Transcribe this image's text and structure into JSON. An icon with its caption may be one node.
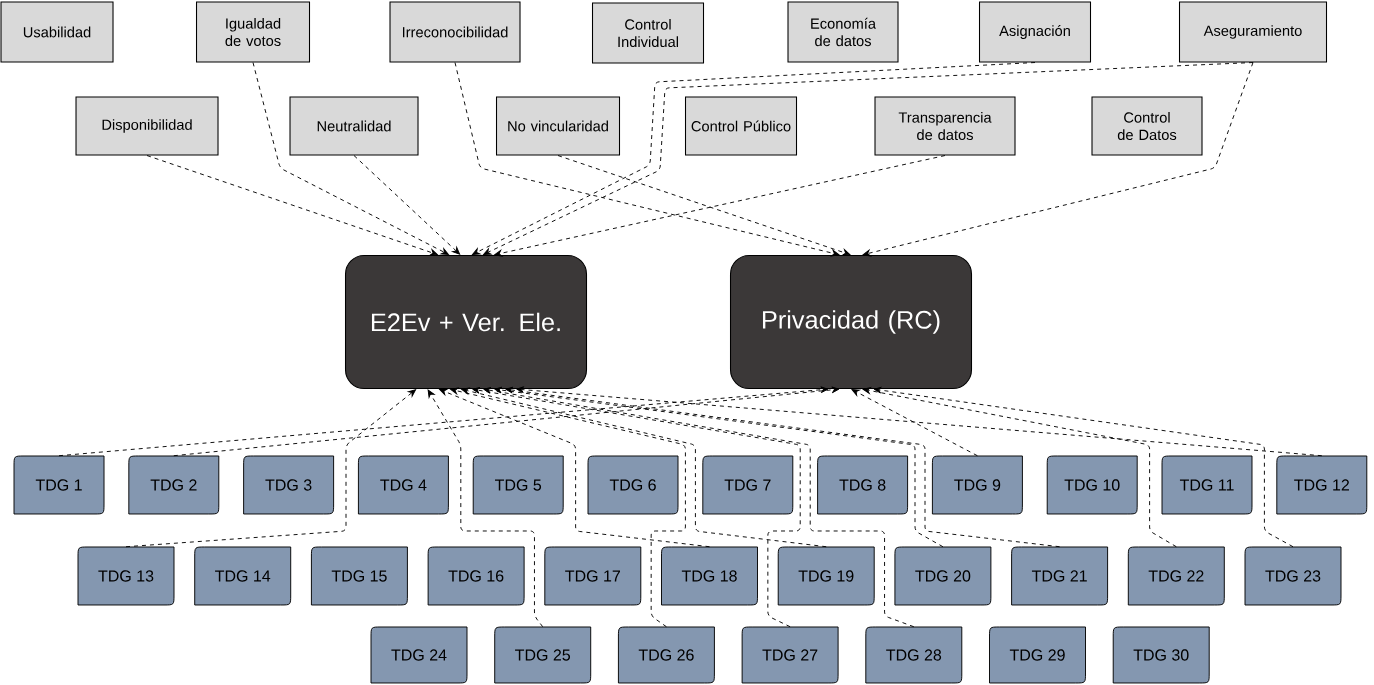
{
  "diagram": {
    "nodes": [
      {
        "text": [
          "Usabilidad"
        ]
      },
      {
        "text": [
          "Igualdad de votos"
        ]
      },
      {
        "text": [
          "Irreconocibilidad"
        ]
      },
      {
        "text": [
          "Control Individual"
        ]
      },
      {
        "text": [
          "Economía de datos"
        ]
      },
      {
        "text": [
          "Asignación"
        ]
      },
      {
        "text": [
          "Aseguramiento"
        ]
      },
      {
        "text": [
          "Disponibilidad"
        ]
      },
      {
        "text": [
          "Neutralidad"
        ]
      },
      {
        "text": [
          "No vincularidad"
        ]
      },
      {
        "text": [
          "Control Público"
        ]
      },
      {
        "text": [
          "Transparencia de datos"
        ]
      },
      {
        "text": [
          "Control de Datos"
        ]
      },
      {
        "text": [
          "E2Ev + Ver. Ele."
        ]
      },
      {
        "text": [
          "Privacidad (RC)"
        ]
      },
      {
        "text": [
          "TDG 1"
        ]
      },
      {
        "text": [
          "TDG 2"
        ]
      },
      {
        "text": [
          "TDG 3"
        ]
      },
      {
        "text": [
          "TDG 4"
        ]
      },
      {
        "text": [
          "TDG 5"
        ]
      },
      {
        "text": [
          "TDG 6"
        ]
      },
      {
        "text": [
          "TDG 7"
        ]
      },
      {
        "text": [
          "TDG 8"
        ]
      },
      {
        "text": [
          "TDG 9"
        ]
      },
      {
        "text": [
          "TDG 10"
        ]
      },
      {
        "text": [
          "TDG 11"
        ]
      },
      {
        "text": [
          "TDG 12"
        ]
      },
      {
        "text": [
          "TDG 13"
        ]
      },
      {
        "text": [
          "TDG 14"
        ]
      },
      {
        "text": [
          "TDG 15"
        ]
      },
      {
        "text": [
          "TDG 16"
        ]
      },
      {
        "text": [
          "TDG 17"
        ]
      },
      {
        "text": [
          "TDG 18"
        ]
      },
      {
        "text": [
          "TDG 19"
        ]
      },
      {
        "text": [
          "TDG 20"
        ]
      },
      {
        "text": [
          "TDG 21"
        ]
      },
      {
        "text": [
          "TDG 22"
        ]
      },
      {
        "text": [
          "TDG 23"
        ]
      },
      {
        "text": [
          "TDG 24"
        ]
      },
      {
        "text": [
          "TDG 25"
        ]
      },
      {
        "text": [
          "TDG 26"
        ]
      },
      {
        "text": [
          "TDG 27"
        ]
      },
      {
        "text": [
          "TDG 28"
        ]
      },
      {
        "text": [
          "TDG 29"
        ]
      },
      {
        "text": [
          "TDG 30"
        ]
      }
    ],
    "edges": [
      {
        "from": 7,
        "to": 13,
        "arrow": "to"
      },
      {
        "from": 1,
        "to": 13,
        "arrow": "to"
      },
      {
        "from": 8,
        "to": 13,
        "arrow": "to"
      },
      {
        "from": 5,
        "to": 13,
        "arrow": "to"
      },
      {
        "from": 6,
        "to": 13,
        "arrow": "to"
      },
      {
        "from": 11,
        "to": 13,
        "arrow": "to"
      },
      {
        "from": 2,
        "to": 14,
        "arrow": "to"
      },
      {
        "from": 9,
        "to": 14,
        "arrow": "to"
      },
      {
        "from": 6,
        "to": 14,
        "arrow": "to"
      },
      {
        "from": 15,
        "to": 14,
        "arrow": "to"
      },
      {
        "from": 16,
        "to": 14,
        "arrow": "to"
      },
      {
        "from": 27,
        "to": 13,
        "arrow": "to"
      },
      {
        "from": 39,
        "to": 13,
        "arrow": "to"
      },
      {
        "from": 40,
        "to": 13,
        "arrow": "to"
      },
      {
        "from": 41,
        "to": 13,
        "arrow": "to"
      },
      {
        "from": 32,
        "to": 13,
        "arrow": "to"
      },
      {
        "from": 42,
        "to": 13,
        "arrow": "to"
      },
      {
        "from": 33,
        "to": 13,
        "arrow": "to"
      },
      {
        "from": 34,
        "to": 13,
        "arrow": "to"
      },
      {
        "from": 35,
        "to": 13,
        "arrow": "to"
      },
      {
        "from": 26,
        "to": 13,
        "arrow": "to"
      },
      {
        "from": 23,
        "to": 14,
        "arrow": "to"
      },
      {
        "from": 36,
        "to": 14,
        "arrow": "to"
      },
      {
        "from": 37,
        "to": 14,
        "arrow": "to"
      }
    ]
  }
}
